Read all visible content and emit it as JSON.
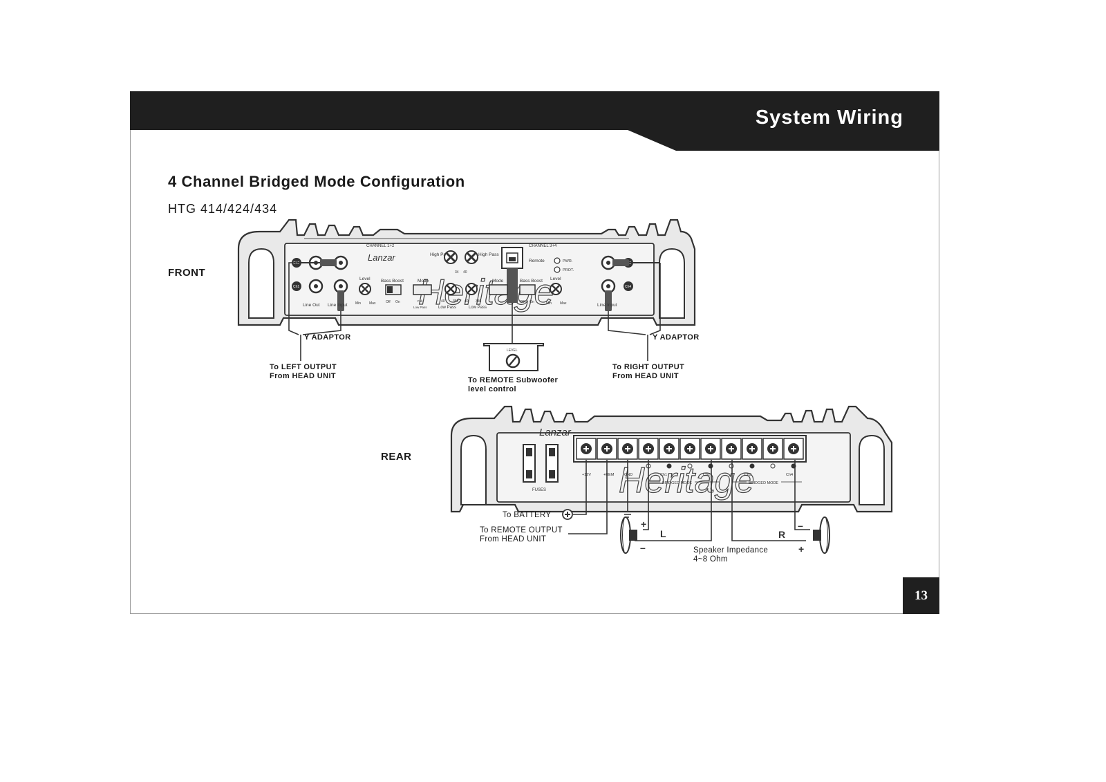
{
  "header": {
    "title": "System Wiring"
  },
  "section": {
    "title": "4 Channel Bridged Mode Configuration",
    "model": "HTG 414/424/434"
  },
  "front": {
    "label": "FRONT",
    "brand": "Lanzar",
    "watermark": "Heritage",
    "panel": {
      "channel_1_2": "CHANNEL 1+2",
      "channel_3_4": "CHANNEL 3+4",
      "high_pass": "High Pass",
      "remote": "Remote",
      "pwr": "PWR.",
      "prot": "PROT.",
      "level": "Level",
      "bass_boost": "Bass Boost",
      "mode": "Mode",
      "off": "Off",
      "on": "On",
      "min": "Min",
      "max": "Max",
      "line_out": "Line Out",
      "line_input": "Line Input",
      "low_pass": "Low Pass",
      "full": "Full",
      "freq_40": "40",
      "freq_350": "350",
      "freq_34": "34",
      "ch1": "Ch1",
      "ch2": "Ch2",
      "ch3": "Ch3",
      "ch4": "Ch4"
    },
    "y_adaptor_left": "Y ADAPTOR",
    "y_adaptor_right": "Y ADAPTOR",
    "to_left_output": [
      "To LEFT OUTPUT",
      "From HEAD UNIT"
    ],
    "to_right_output": [
      "To RIGHT OUTPUT",
      "From HEAD UNIT"
    ],
    "remote_sub": [
      "To REMOTE Subwoofer",
      "level control"
    ],
    "remote_level": "LEVEL"
  },
  "rear": {
    "label": "REAR",
    "brand": "Lanzar",
    "watermark": "Heritage",
    "fuses": "FUSES",
    "terminals": [
      "+12V",
      "+REM",
      "GND",
      "Ch1",
      "Ch2",
      "Ch3",
      "Ch4"
    ],
    "bridged_mode": "BRIDGED MODE",
    "to_battery": "To BATTERY",
    "to_remote_output": [
      "To REMOTE OUTPUT",
      "From HEAD UNIT"
    ],
    "speaker_left": "L",
    "speaker_right": "R",
    "speaker_impedance": [
      "Speaker Impedance",
      "4~8 Ohm"
    ],
    "plus": "+",
    "minus": "–"
  },
  "page_number": "13"
}
